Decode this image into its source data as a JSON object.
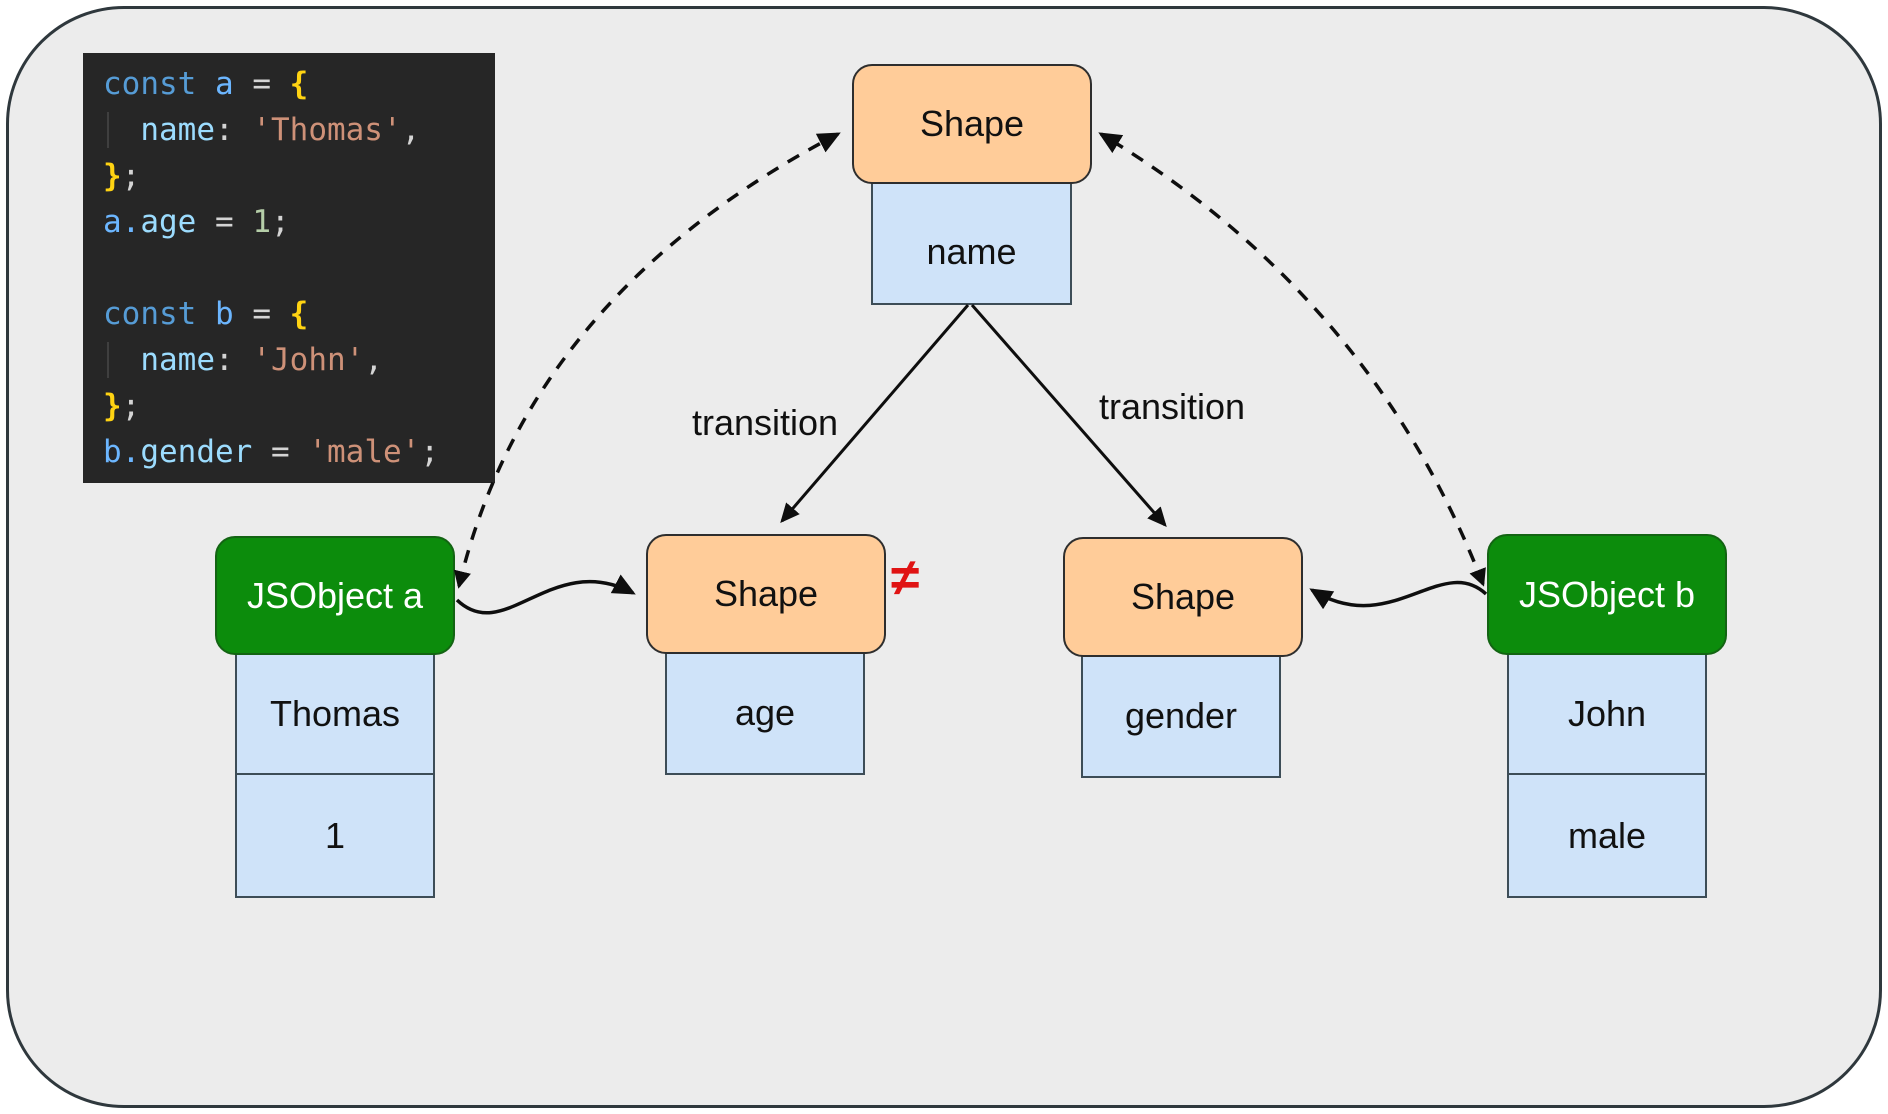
{
  "colors": {
    "board-bg": "#ececec",
    "board-border": "#2f383d",
    "shape-fill": "#ffcc99",
    "shape-border": "#2e2e2e",
    "prop-fill": "#cfe3f9",
    "prop-border": "#3d4d57",
    "object-fill": "#0c8c0c",
    "object-border": "#136413",
    "object-text": "#ffffff",
    "arrow": "#0e0e0e",
    "neq": "#e01414",
    "code-bg": "#262626",
    "code-kw": "#569cd6",
    "code-var": "#6cb6ff",
    "code-prop": "#9cdcfe",
    "code-str": "#ce9178",
    "code-num": "#b5cea8",
    "code-punc": "#d4d4d4",
    "code-brace": "#ffd312"
  },
  "code": {
    "lines": [
      {
        "indented": false,
        "tokens": [
          {
            "t": "const",
            "c": "kw"
          },
          {
            "t": " ",
            "c": "punc"
          },
          {
            "t": "a",
            "c": "var"
          },
          {
            "t": " = ",
            "c": "punc"
          },
          {
            "t": "{",
            "c": "brace"
          }
        ]
      },
      {
        "indented": true,
        "tokens": [
          {
            "t": "  ",
            "c": "punc"
          },
          {
            "t": "name",
            "c": "prop"
          },
          {
            "t": ":",
            "c": "punc"
          },
          {
            "t": " ",
            "c": "punc"
          },
          {
            "t": "'Thomas'",
            "c": "str"
          },
          {
            "t": ",",
            "c": "punc"
          }
        ]
      },
      {
        "indented": false,
        "tokens": [
          {
            "t": "}",
            "c": "brace"
          },
          {
            "t": ";",
            "c": "punc"
          }
        ]
      },
      {
        "indented": false,
        "tokens": [
          {
            "t": "a",
            "c": "var"
          },
          {
            "t": ".",
            "c": "var"
          },
          {
            "t": "age",
            "c": "prop"
          },
          {
            "t": " = ",
            "c": "punc"
          },
          {
            "t": "1",
            "c": "num"
          },
          {
            "t": ";",
            "c": "punc"
          }
        ]
      },
      {
        "indented": false,
        "tokens": []
      },
      {
        "indented": false,
        "tokens": [
          {
            "t": "const",
            "c": "kw"
          },
          {
            "t": " ",
            "c": "punc"
          },
          {
            "t": "b",
            "c": "var"
          },
          {
            "t": " = ",
            "c": "punc"
          },
          {
            "t": "{",
            "c": "brace"
          }
        ]
      },
      {
        "indented": true,
        "tokens": [
          {
            "t": "  ",
            "c": "punc"
          },
          {
            "t": "name",
            "c": "prop"
          },
          {
            "t": ":",
            "c": "punc"
          },
          {
            "t": " ",
            "c": "punc"
          },
          {
            "t": "'John'",
            "c": "str"
          },
          {
            "t": ",",
            "c": "punc"
          }
        ]
      },
      {
        "indented": false,
        "tokens": [
          {
            "t": "}",
            "c": "brace"
          },
          {
            "t": ";",
            "c": "punc"
          }
        ]
      },
      {
        "indented": false,
        "tokens": [
          {
            "t": "b",
            "c": "var"
          },
          {
            "t": ".",
            "c": "var"
          },
          {
            "t": "gender",
            "c": "prop"
          },
          {
            "t": " = ",
            "c": "punc"
          },
          {
            "t": "'male'",
            "c": "str"
          },
          {
            "t": ";",
            "c": "punc"
          }
        ]
      }
    ]
  },
  "shapes": {
    "root": {
      "title": "Shape",
      "property": "name"
    },
    "left": {
      "title": "Shape",
      "property": "age"
    },
    "right": {
      "title": "Shape",
      "property": "gender"
    }
  },
  "objects": {
    "a": {
      "title": "JSObject a",
      "slots": [
        "Thomas",
        "1"
      ]
    },
    "b": {
      "title": "JSObject b",
      "slots": [
        "John",
        "male"
      ]
    }
  },
  "labels": {
    "transition_left": "transition",
    "transition_right": "transition",
    "not_equal": "≠"
  }
}
